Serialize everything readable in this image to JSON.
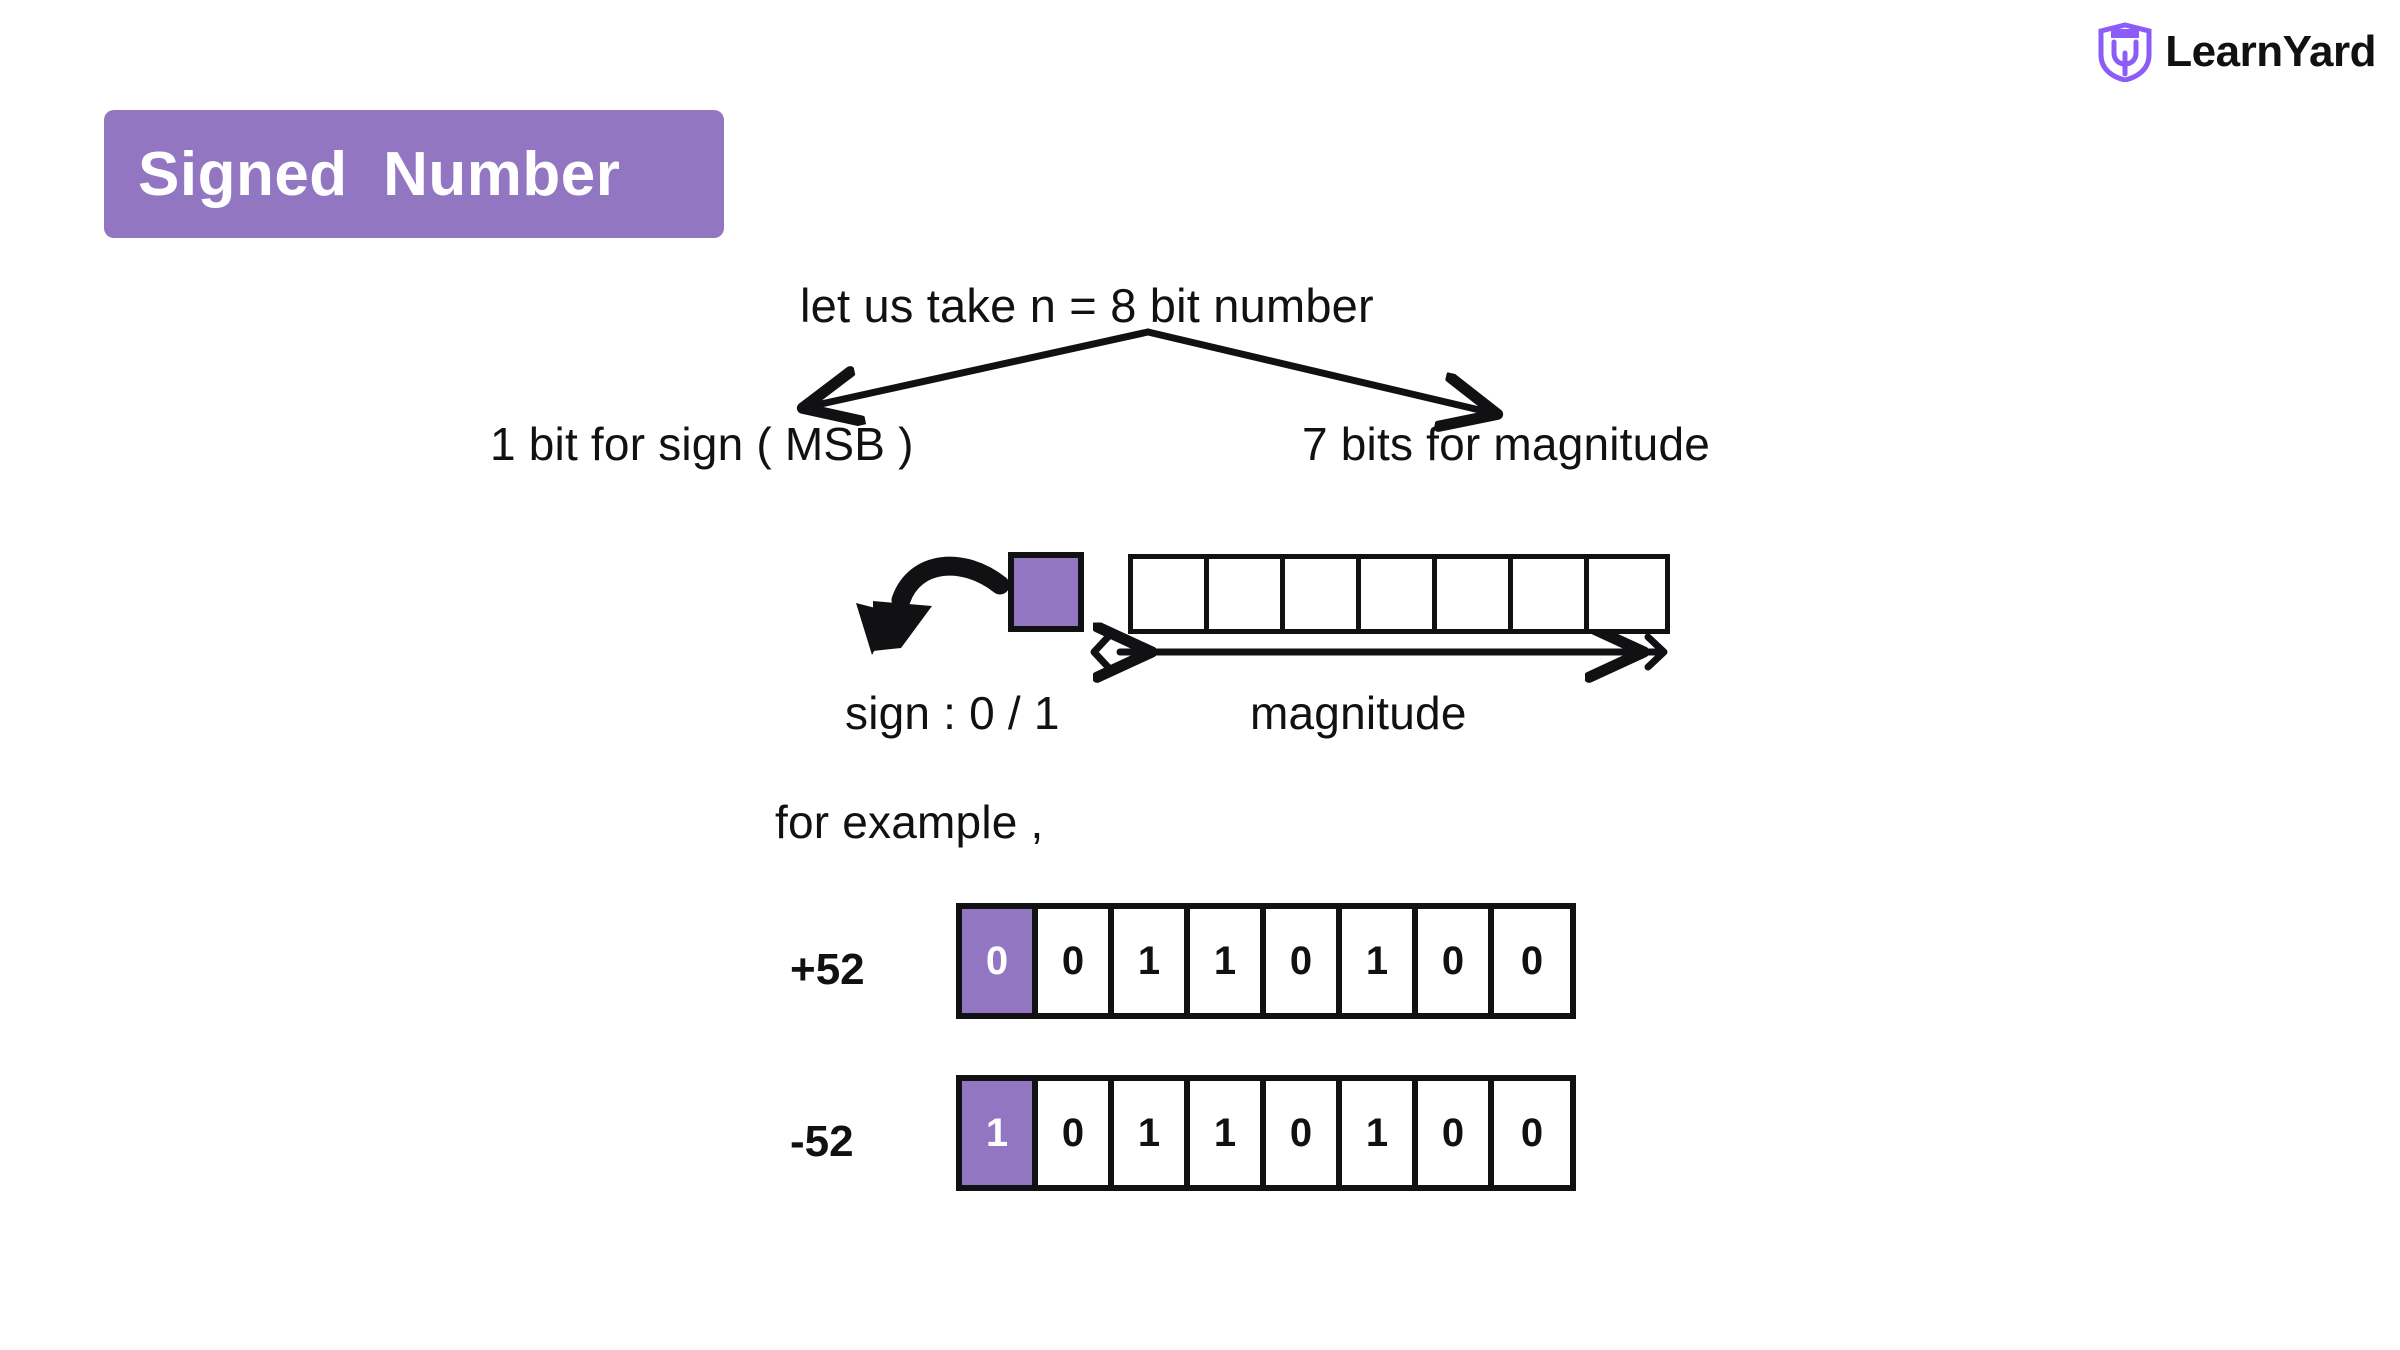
{
  "brand": {
    "name": "LearnYard",
    "logo_icon": "shield-logo-icon",
    "logo_color": "#8b5cf6"
  },
  "title": {
    "text": "Signed  Number",
    "background_color": "#9276c2",
    "text_color": "#ffffff"
  },
  "diagram": {
    "heading": "let us take n = 8 bit number",
    "branch_left_label": "1 bit for sign ( MSB )",
    "branch_right_label": "7 bits for magnitude",
    "sign_caption": "sign : 0 / 1",
    "magnitude_caption": "magnitude",
    "example_intro": "for example ,",
    "sign_cell_color": "#9276c2",
    "outline_color": "#111114",
    "magnitude_cell_count": 7
  },
  "examples": [
    {
      "label": "+52",
      "sign_bit": "0",
      "magnitude_bits": [
        "0",
        "1",
        "1",
        "0",
        "1",
        "0",
        "0"
      ]
    },
    {
      "label": "-52",
      "sign_bit": "1",
      "magnitude_bits": [
        "0",
        "1",
        "1",
        "0",
        "1",
        "0",
        "0"
      ]
    }
  ]
}
